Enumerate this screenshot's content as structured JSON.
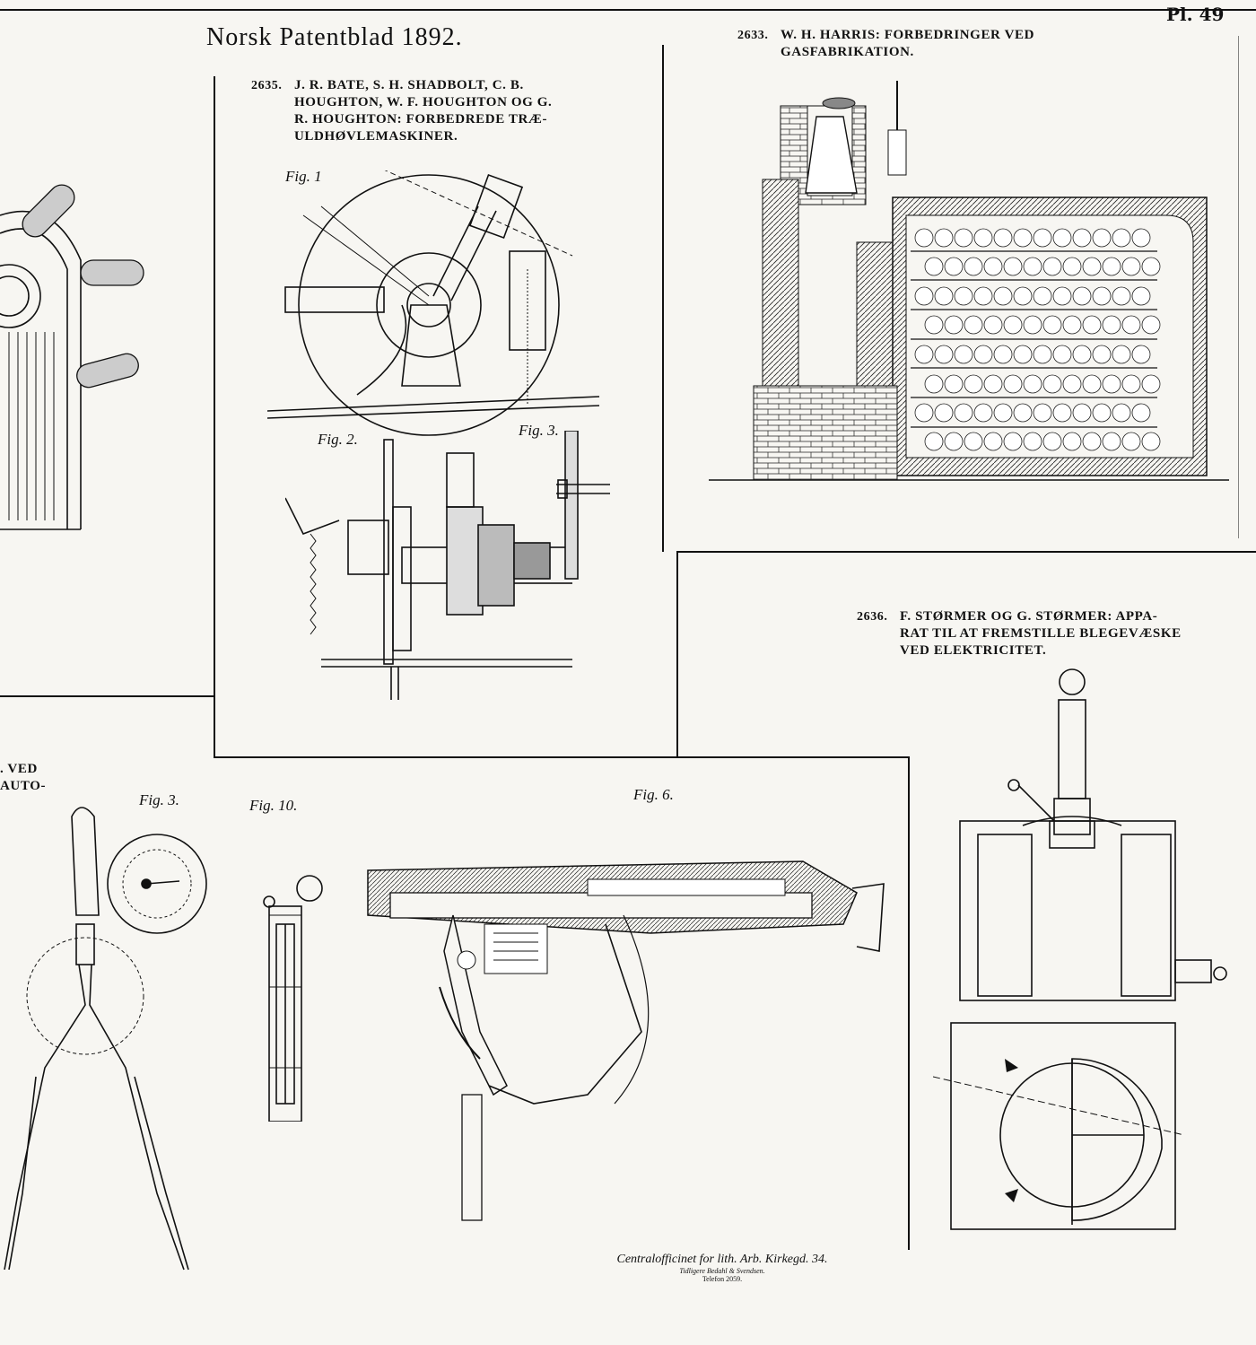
{
  "masthead": "Norsk Patentblad 1892.",
  "plate_number": "Pl. 49",
  "patents": {
    "p2635": {
      "number": "2635.",
      "line1": "J. R. BATE, S. H. SHADBOLT, C. B.",
      "line2": "HOUGHTON, W. F. HOUGHTON OG G.",
      "line3": "R. HOUGHTON: FORBEDREDE TRÆ-",
      "line4": "ULDHØVLEMASKINER."
    },
    "p2633": {
      "number": "2633.",
      "line1": "W. H. HARRIS: FORBEDRINGER VED",
      "line2": "GASFABRIKATION."
    },
    "p2636": {
      "number": "2636.",
      "line1": "F. STØRMER OG G. STØRMER: APPA-",
      "line2": "RAT TIL AT FREMSTILLE BLEGEVÆSKE",
      "line3": "VED ELEKTRICITET."
    },
    "left_partial": {
      "line1": ". VED",
      "line2": "AUTO-"
    }
  },
  "figures": {
    "fig1": "Fig. 1",
    "fig2": "Fig. 2.",
    "fig3a": "Fig. 3.",
    "fig3b": "Fig. 3.",
    "fig10": "Fig. 10.",
    "fig6": "Fig. 6."
  },
  "imprint": {
    "line1": "Centralofficinet for lith. Arb. Kirkegd. 34.",
    "line2": "Tidligere Bedahl & Svendsen.",
    "line3": "Telefon 2059."
  }
}
